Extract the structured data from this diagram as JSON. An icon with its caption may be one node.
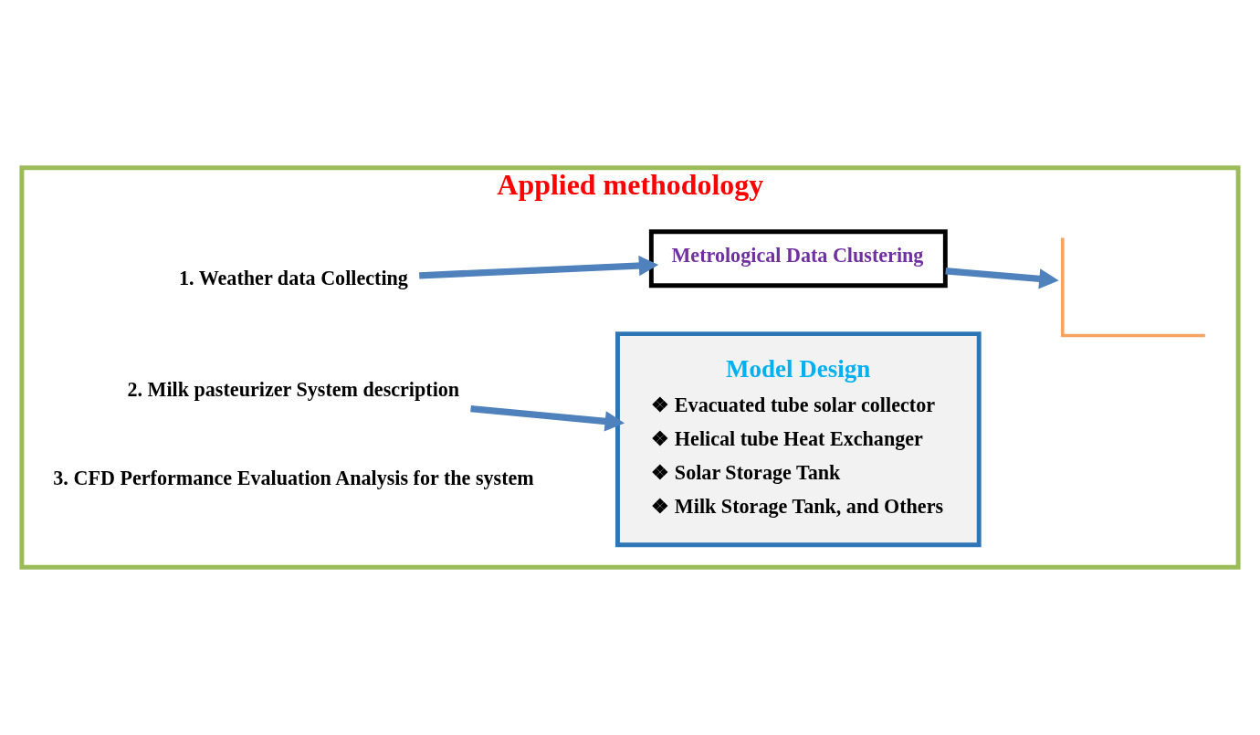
{
  "diagram": {
    "nodes": [
      {
        "text": [
          "Applied methodology"
        ]
      },
      {
        "text": [
          "1. Weather data Collecting"
        ],
        "in": 0
      },
      {
        "text": [
          "Metrological Data Clustering"
        ],
        "in": 0
      },
      {
        "text": [],
        "shape": "picture",
        "in": 0
      },
      {
        "text": [
          "2. Milk pasteurizer System description"
        ],
        "in": 0
      },
      {
        "text": [
          "Model Design",
          "❖ Evacuated tube solar collector",
          "❖ Helical tube Heat Exchanger",
          "❖ Solar Storage Tank",
          "❖ Milk Storage Tank, and Others"
        ],
        "in": 0
      }
    ],
    "edges": [
      {
        "from": 1,
        "to": 2,
        "arrow": "to"
      },
      {
        "from": 2,
        "to": 3,
        "arrow": "to"
      },
      {
        "from": 4,
        "to": 5,
        "arrow": "to"
      }
    ],
    "labels": [
      "3. CFD Performance Evaluation Analysis for the system"
    ]
  }
}
